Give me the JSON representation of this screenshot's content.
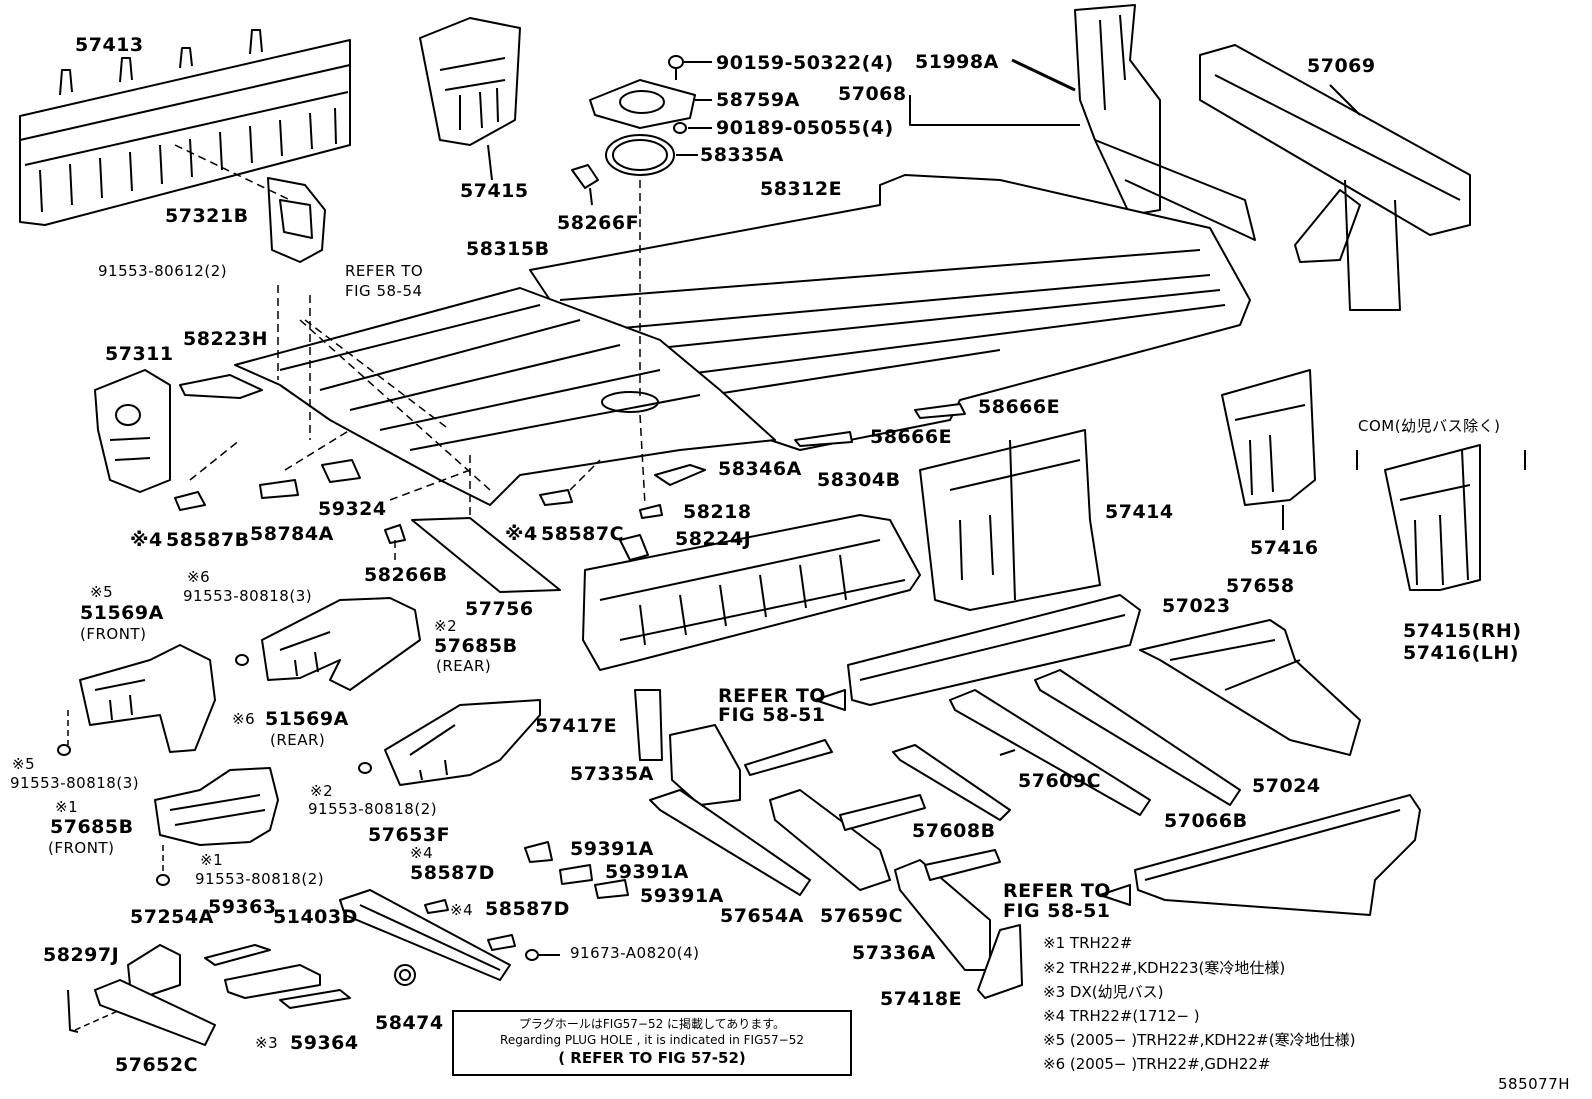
{
  "diagram": {
    "id_code": "585077H",
    "plug_hole_note": {
      "jp": "プラグホールはFIG57−52 に掲載してあります。",
      "en": "Regarding PLUG HOLE , it is indicated in FIG57−52",
      "ref": "( REFER TO FIG 57-52)"
    },
    "notes": [
      {
        "mark": "※1",
        "text": "TRH22#"
      },
      {
        "mark": "※2",
        "text": "TRH22#,KDH223(寒冷地仕様)"
      },
      {
        "mark": "※3",
        "text": "DX(幼児バス)"
      },
      {
        "mark": "※4",
        "text": "TRH22#(1712−        )"
      },
      {
        "mark": "※5",
        "text": "(2005−        )TRH22#,KDH22#(寒冷地仕様)"
      },
      {
        "mark": "※6",
        "text": "(2005−        )TRH22#,GDH22#"
      }
    ],
    "labels": {
      "p57413": "57413",
      "p57415a": "57415",
      "p57321B": "57321B",
      "p90159": "90159-50322(4)",
      "p58759A": "58759A",
      "p90189": "90189-05055(4)",
      "p58335A": "58335A",
      "p51998A": "51998A",
      "p57068": "57068",
      "p57069": "57069",
      "p58312E": "58312E",
      "p58266F": "58266F",
      "p58315B": "58315B",
      "p91553_612": "91553-80612(2)",
      "refer5854a": "REFER TO",
      "refer5854b": "FIG 58-54",
      "p57311": "57311",
      "p58223H": "58223H",
      "p58666E1": "58666E",
      "p58666E2": "58666E",
      "p58346A": "58346A",
      "p58304B": "58304B",
      "p57414": "57414",
      "p57416": "57416",
      "com": "COM(幼児バス除く)",
      "p59324": "59324",
      "p58218": "58218",
      "p58587B": "58587B",
      "m58587B": "※4",
      "p58784A": "58784A",
      "p58587C": "58587C",
      "m58587C": "※4",
      "p58224J": "58224J",
      "p58266B": "58266B",
      "p57756": "57756",
      "p57023": "57023",
      "p57658": "57658",
      "p57415RH": "57415(RH)",
      "p57416LH": "57416(LH)",
      "m51569A": "※5",
      "p51569A_f": "51569A",
      "front1": "(FRONT)",
      "m91553_818a": "※6",
      "p91553_818a": "91553-80818(3)",
      "m57685B_r": "※2",
      "p57685B_r": "57685B",
      "rear1": "(REAR)",
      "m51569A_r": "※6",
      "p51569A_r": "51569A",
      "rear2": "(REAR)",
      "refer5851a": "REFER TO",
      "refer5851b": "FIG 58-51",
      "p57417E": "57417E",
      "p57335A": "57335A",
      "p57609C": "57609C",
      "p57608B": "57608B",
      "p57066B": "57066B",
      "p57024": "57024",
      "m91553_818b": "※5",
      "p91553_818b": "91553-80818(3)",
      "m91553_818c": "※2",
      "p91553_818c": "91553-80818(2)",
      "m57685B_f": "※1",
      "p57685B_f": "57685B",
      "front2": "(FRONT)",
      "m91553_818d": "※1",
      "p91553_818d": "91553-80818(2)",
      "p57653F": "57653F",
      "m58587D1": "※4",
      "p58587D1": "58587D",
      "m58587D2": "※4",
      "p58587D2": "58587D",
      "p59391A1": "59391A",
      "p59391A2": "59391A",
      "p59391A3": "59391A",
      "p57654A": "57654A",
      "p57659C": "57659C",
      "refer5851c": "REFER TO",
      "refer5851d": "FIG 58-51",
      "p57254A": "57254A",
      "p59363": "59363",
      "p51403D": "51403D",
      "p91673": "91673-A0820(4)",
      "p57336A": "57336A",
      "p58297J": "58297J",
      "p58474": "58474",
      "p57418E": "57418E",
      "m59364": "※3",
      "p59364": "59364",
      "p57652C": "57652C"
    }
  }
}
